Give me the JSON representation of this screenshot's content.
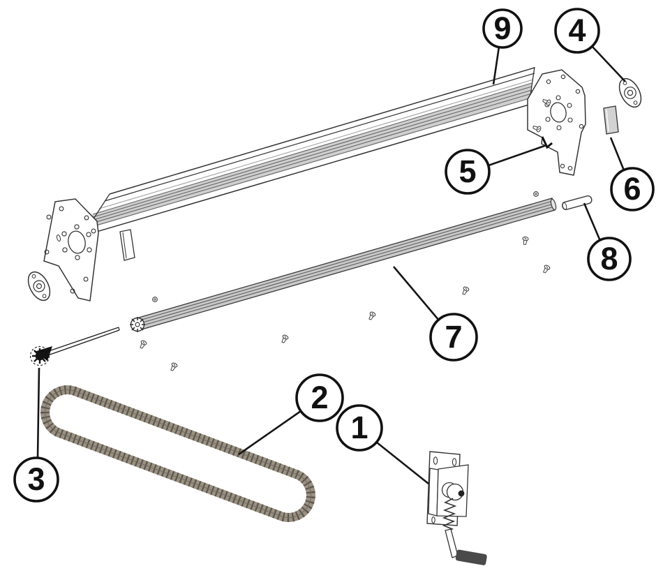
{
  "figure": {
    "type": "exploded-parts-diagram",
    "background_color": "#ffffff",
    "outline_color": "#2b2b2b",
    "colors": {
      "chain_base": "#9a9183",
      "chain_links_dark": "#5b564c",
      "handle_grip": "#4a4a4a",
      "roller_tube_shade": "#c9c9c9",
      "rail_groove_shade": "#cfcfcf",
      "spacer_block_shade": "#d2d2d2",
      "callout_stroke": "#111111"
    },
    "callouts": [
      {
        "number": "1",
        "part": "crank-gearbox-with-handle"
      },
      {
        "number": "2",
        "part": "drive-chain-loop"
      },
      {
        "number": "3",
        "part": "rod-with-sprocket-gear"
      },
      {
        "number": "4",
        "part": "oval-bearing-flange"
      },
      {
        "number": "5",
        "part": "end-mounting-plate"
      },
      {
        "number": "6",
        "part": "spacer-block"
      },
      {
        "number": "7",
        "part": "fluted-roller-tube"
      },
      {
        "number": "8",
        "part": "roller-end-pin"
      },
      {
        "number": "9",
        "part": "top-rail-profile"
      }
    ]
  }
}
